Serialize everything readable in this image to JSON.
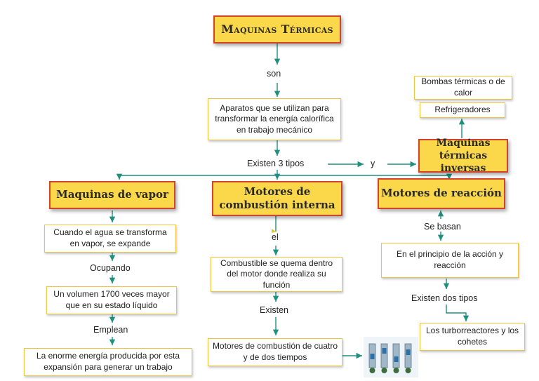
{
  "title": "Maquinas Térmicas",
  "connectors": {
    "son": "son",
    "existen_3_tipos": "Existen 3 tipos",
    "y": "y",
    "el": "el",
    "existen": "Existen",
    "ocupando": "Ocupando",
    "emplean": "Emplean",
    "se_basan": "Se basan",
    "existen_dos_tipos": "Existen dos tipos"
  },
  "definition": "Aparatos que se utilizan para transformar la energía calorífica en trabajo mecánico",
  "inverse": {
    "title": "Maquinas térmicas inversas",
    "items": [
      "Bombas térmicas o de calor",
      "Refrigeradores"
    ]
  },
  "steam": {
    "title": "Maquinas de vapor",
    "step1": "Cuando el agua se transforma en vapor, se expande",
    "step2": "Un volumen 1700 veces mayor que en su estado líquido",
    "step3": "La enorme energía producida por esta expansión para generar un trabajo"
  },
  "combustion": {
    "title": "Motores de combustión interna",
    "step1": "Combustible se quema dentro del motor donde realiza su función",
    "step2": "Motores de combustión de cuatro y de dos tiempos"
  },
  "reaction": {
    "title": "Motores de reacción",
    "step1": "En el principio de la acción y reacción",
    "step2": "Los turborreactores y los cohetes"
  },
  "colors": {
    "header_fill": "#fbd84a",
    "header_border": "#d4442a",
    "note_border": "#f2c43a",
    "line": "#1f8f7f"
  }
}
